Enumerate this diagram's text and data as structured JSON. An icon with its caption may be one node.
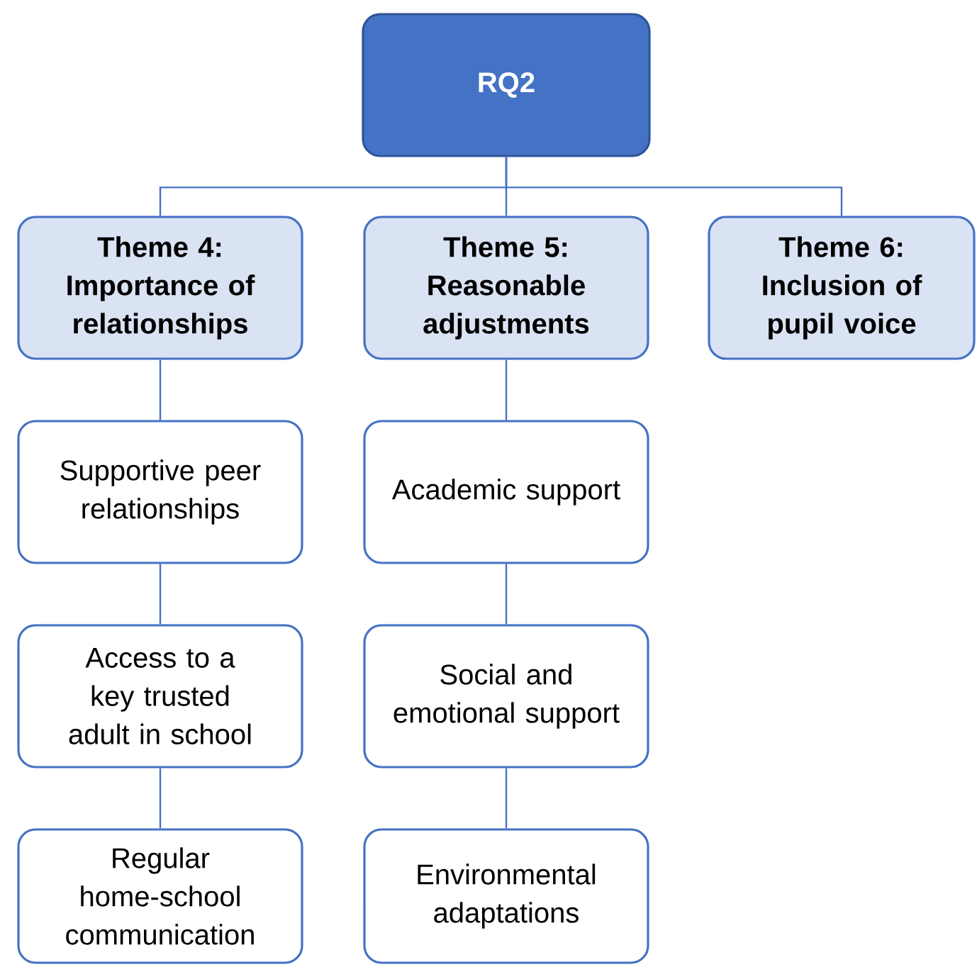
{
  "diagram": {
    "nodes": [
      {
        "text": [
          "RQ2"
        ]
      },
      {
        "text": [
          "Theme 4: Importance of relationships"
        ]
      },
      {
        "text": [
          "Theme 5: Reasonable adjustments"
        ]
      },
      {
        "text": [
          "Theme 6: Inclusion of pupil voice"
        ]
      },
      {
        "text": [
          "Supportive peer relationships"
        ]
      },
      {
        "text": [
          "Access to a key trusted adult in school"
        ]
      },
      {
        "text": [
          "Regular home-school communication"
        ]
      },
      {
        "text": [
          "Academic support"
        ]
      },
      {
        "text": [
          "Social and emotional support"
        ]
      },
      {
        "text": [
          "Environmental adaptations"
        ]
      }
    ],
    "edges": [
      {
        "from": 0,
        "to": 1,
        "arrow": "none"
      },
      {
        "from": 0,
        "to": 2,
        "arrow": "none"
      },
      {
        "from": 0,
        "to": 3,
        "arrow": "none"
      },
      {
        "from": 1,
        "to": 4,
        "arrow": "none"
      },
      {
        "from": 4,
        "to": 5,
        "arrow": "none"
      },
      {
        "from": 5,
        "to": 6,
        "arrow": "none"
      },
      {
        "from": 2,
        "to": 7,
        "arrow": "none"
      },
      {
        "from": 7,
        "to": 8,
        "arrow": "none"
      },
      {
        "from": 8,
        "to": 9,
        "arrow": "none"
      }
    ]
  }
}
